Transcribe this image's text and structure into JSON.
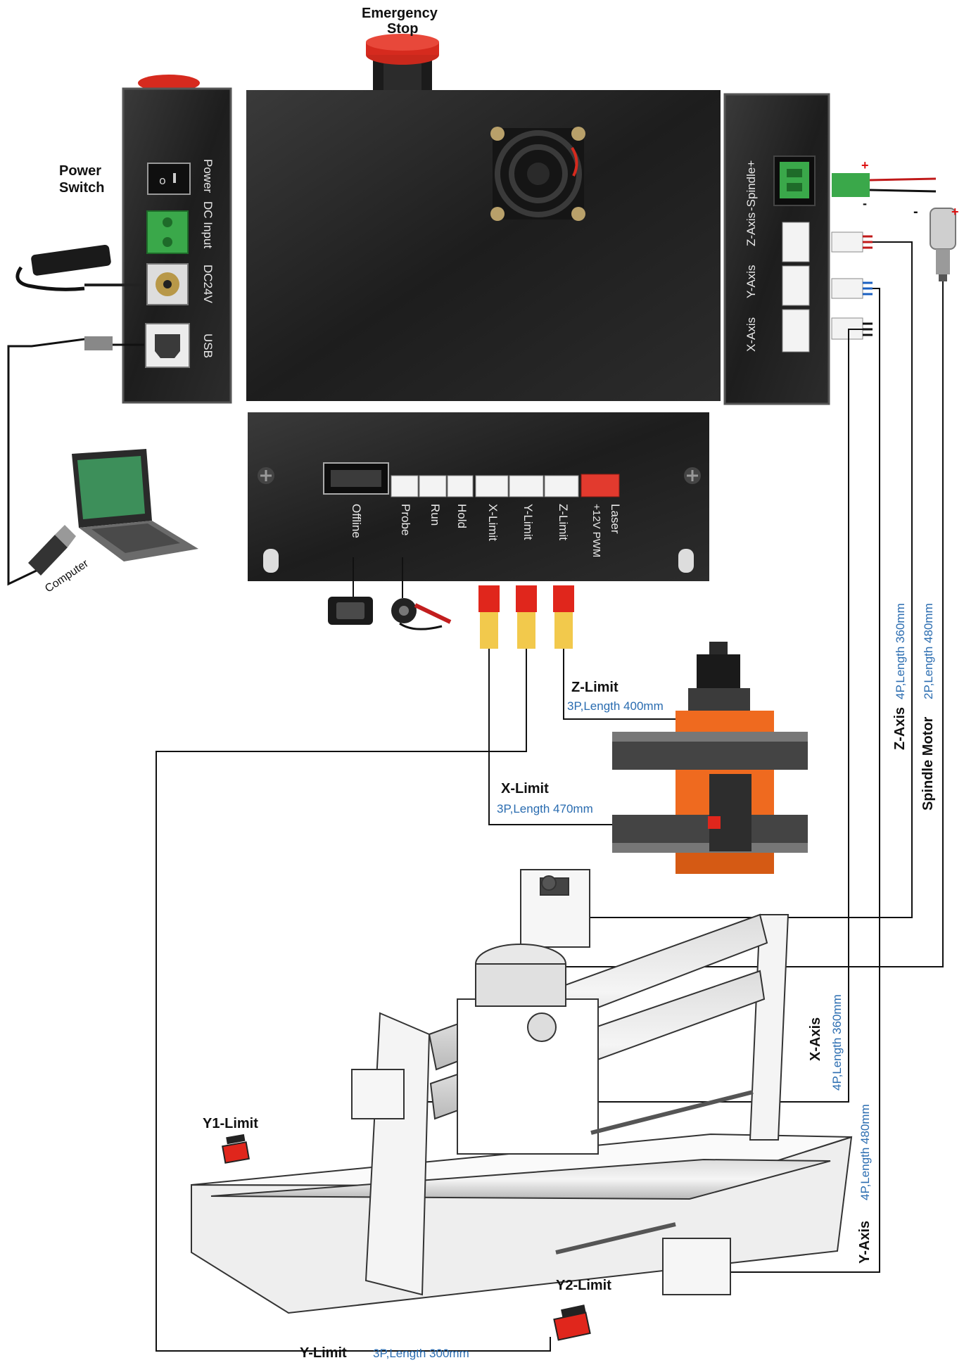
{
  "labels": {
    "emergency_stop": [
      "Emergency",
      "Stop"
    ],
    "power_switch": [
      "Power",
      "Switch"
    ],
    "computer": "Computer",
    "z_limit": "Z-Limit",
    "z_limit_spec": "3P,Length 400mm",
    "x_limit": "X-Limit",
    "x_limit_spec": "3P,Length 470mm",
    "y1_limit": "Y1-Limit",
    "y2_limit": "Y2-Limit",
    "y_limit": "Y-Limit",
    "y_limit_spec": "3P,Length 300mm",
    "z_axis": "Z-Axis",
    "z_axis_spec": "4P,Length 360mm",
    "spindle_motor": "Spindle Motor",
    "spindle_motor_spec": "2P,Length 480mm",
    "x_axis": "X-Axis",
    "x_axis_spec": "4P,Length 360mm",
    "y_axis": "Y-Axis",
    "y_axis_spec": "4P,Length 480mm",
    "plus": "+",
    "minus": "-"
  },
  "left_panel_ports": [
    "Power",
    "DC Input",
    "DC24V",
    "USB"
  ],
  "right_panel_ports": [
    "X-Axis",
    "Y-Axis",
    "Z-Axis",
    "-Spindle+"
  ],
  "bottom_panel_ports": [
    "Offline",
    "Probe",
    "Run",
    "Hold",
    "X-Limit",
    "Y-Limit",
    "Z-Limit",
    "+12V PWM",
    "Laser"
  ],
  "colors": {
    "panel": "#222222",
    "connector": "#f3f3f3",
    "terminal_green": "#3aa84a",
    "stop_red": "#d62a1e",
    "limit_red": "#e0261c",
    "machine_orange": "#ef6a1f",
    "spec_blue": "#2a6cb0",
    "wire": "#111111"
  }
}
